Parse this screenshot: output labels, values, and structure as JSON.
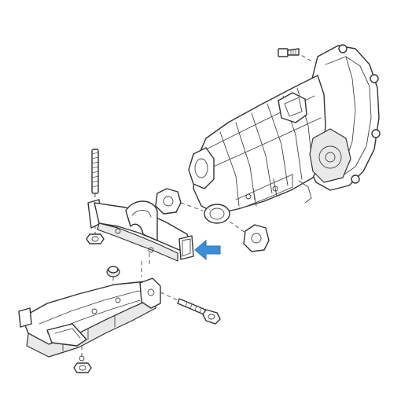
{
  "diagram": {
    "parts": [
      {
        "id": "transmission",
        "icon": "transmission-housing-drawing"
      },
      {
        "id": "top-bolt",
        "icon": "bolt-drawing"
      },
      {
        "id": "mount-bracket",
        "icon": "bracket-drawing"
      },
      {
        "id": "stud",
        "icon": "threaded-stud-drawing"
      },
      {
        "id": "left-washer",
        "icon": "washer-plate-drawing"
      },
      {
        "id": "right-washer",
        "icon": "washer-plate-drawing"
      },
      {
        "id": "crossmember",
        "icon": "crossmember-drawing"
      },
      {
        "id": "long-bolt",
        "icon": "bolt-drawing"
      },
      {
        "id": "bracket-nut",
        "icon": "nut-drawing"
      },
      {
        "id": "bushing",
        "icon": "bushing-drawing"
      },
      {
        "id": "bottom-nut",
        "icon": "nut-drawing"
      }
    ],
    "indicator": {
      "icon": "arrow-left-icon",
      "color": "#3b8fd9"
    },
    "colors": {
      "line": "#333333",
      "arrow": "#3b8fd9"
    }
  }
}
